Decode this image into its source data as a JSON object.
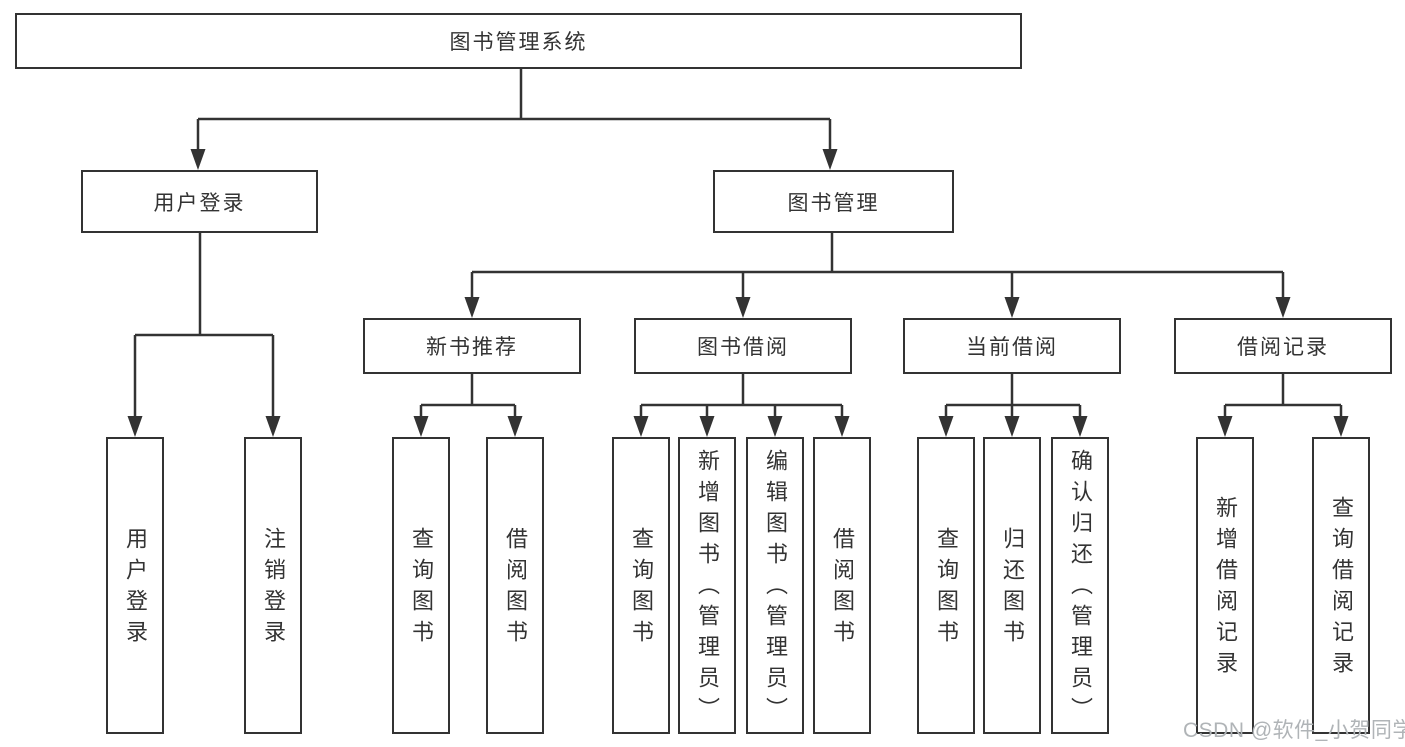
{
  "diagram": {
    "root": {
      "label": "图书管理系统"
    },
    "branches": [
      {
        "label": "用户登录",
        "children": [
          {
            "label": "用户登录"
          },
          {
            "label": "注销登录"
          }
        ]
      },
      {
        "label": "图书管理",
        "children": [
          {
            "label": "新书推荐",
            "children": [
              {
                "label": "查询图书"
              },
              {
                "label": "借阅图书"
              }
            ]
          },
          {
            "label": "图书借阅",
            "children": [
              {
                "label": "查询图书"
              },
              {
                "label": "新增图书（管理员）"
              },
              {
                "label": "编辑图书（管理员）"
              },
              {
                "label": "借阅图书"
              }
            ]
          },
          {
            "label": "当前借阅",
            "children": [
              {
                "label": "查询图书"
              },
              {
                "label": "归还图书"
              },
              {
                "label": "确认归还（管理员）"
              }
            ]
          },
          {
            "label": "借阅记录",
            "children": [
              {
                "label": "新增借阅记录"
              },
              {
                "label": "查询借阅记录"
              }
            ]
          }
        ]
      }
    ]
  },
  "watermark": {
    "text": "CSDN @软件_小贺同学"
  },
  "colors": {
    "line": "#333333",
    "box_border": "#333333",
    "text": "#333333",
    "background": "#ffffff",
    "watermark": "#b0b4b7"
  }
}
